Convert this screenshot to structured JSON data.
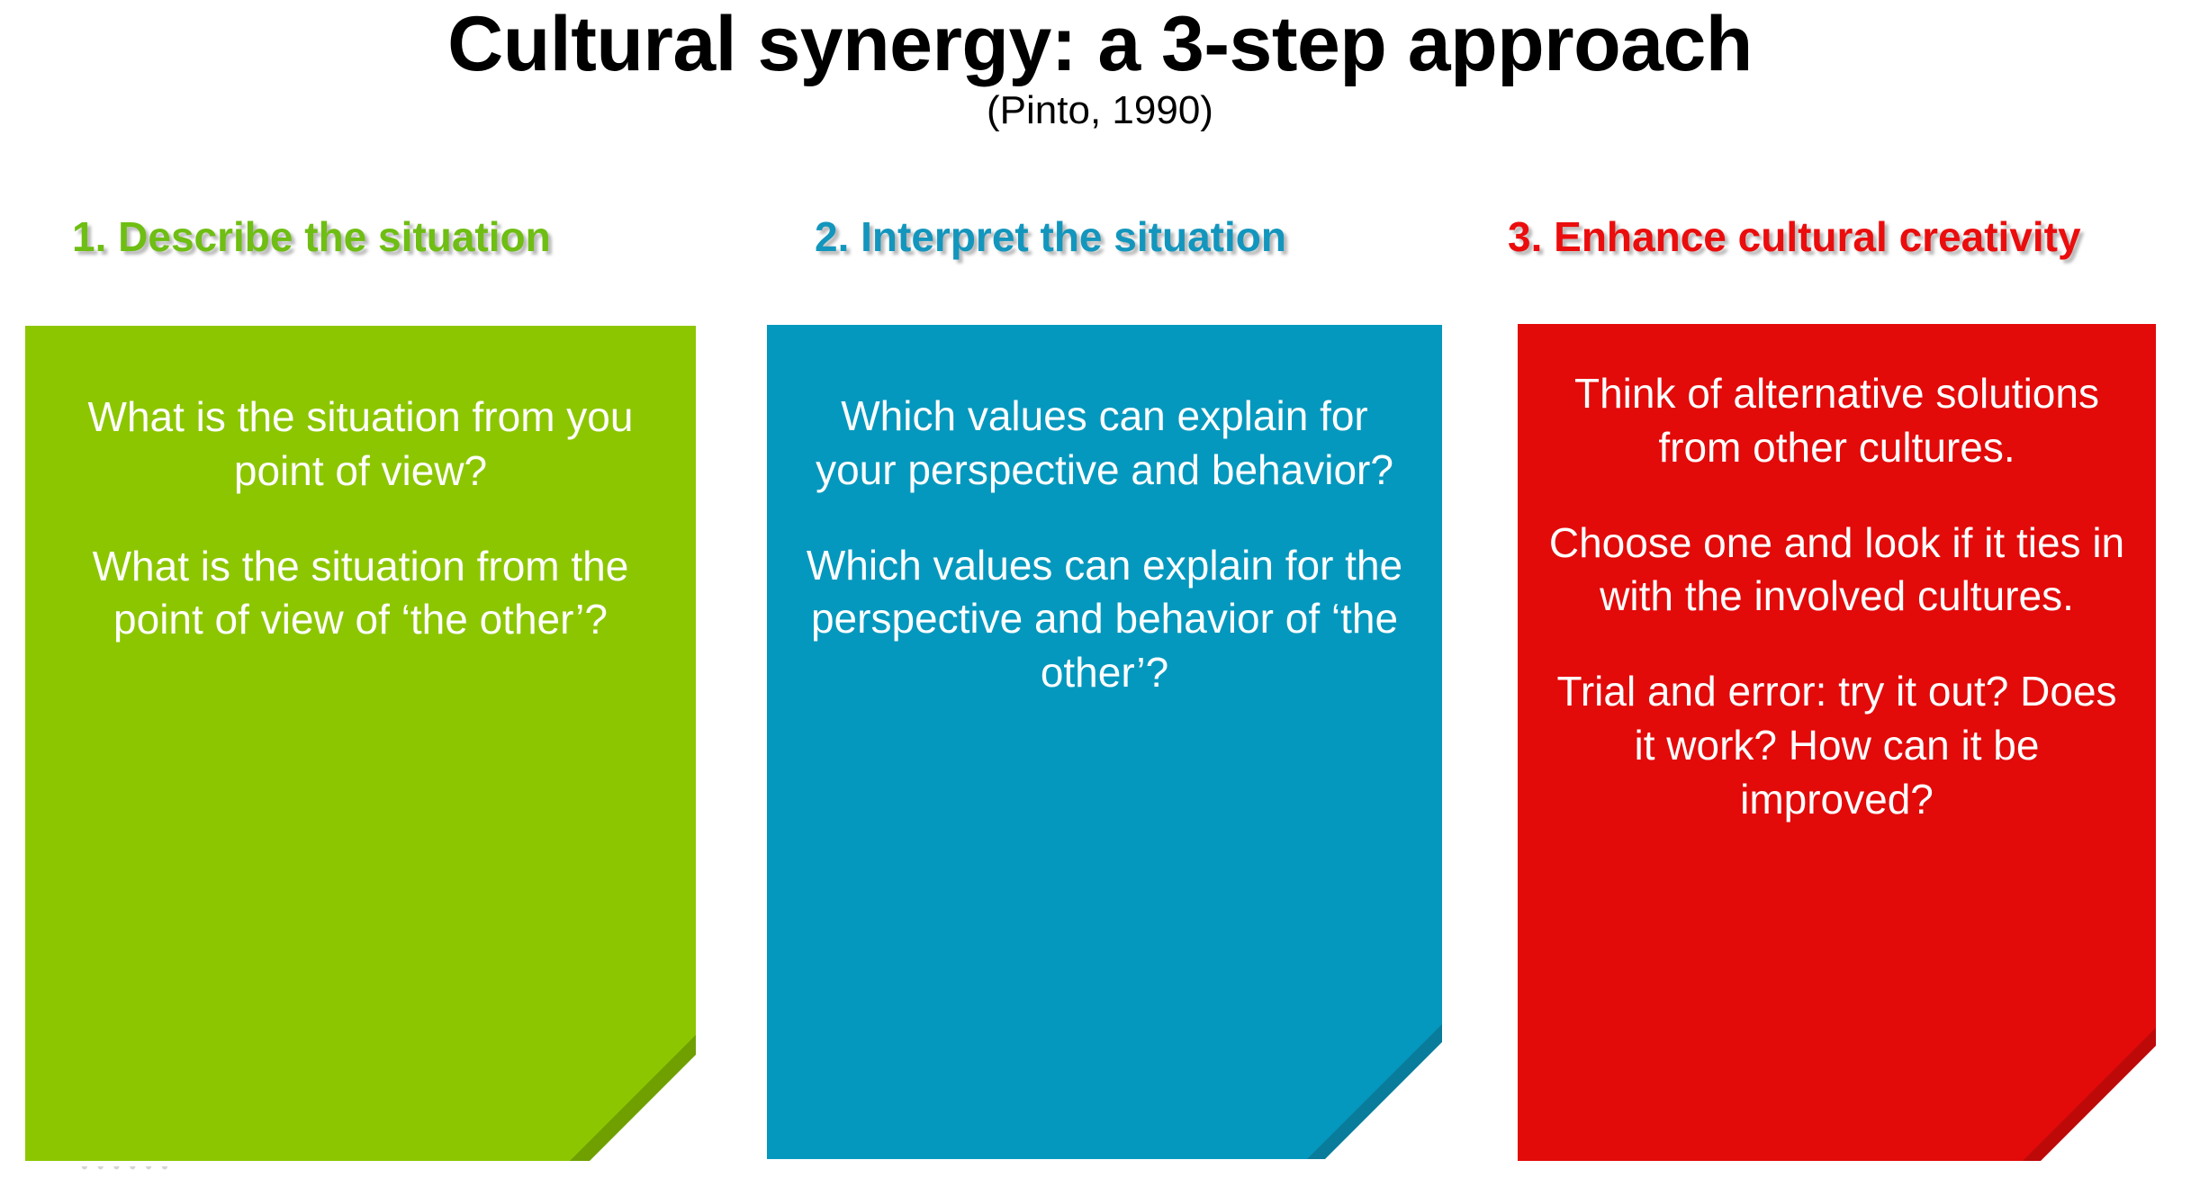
{
  "slide": {
    "title": "Cultural synergy: a 3-step approach",
    "subtitle": "(Pinto, 1990)",
    "background_color": "#FFFFFF"
  },
  "columns": [
    {
      "id": "describe",
      "number": "1",
      "heading": "1. Describe the situation",
      "heading_color": "#6FBE13",
      "card_color": "#8CC600",
      "fold_color": "#6FA000",
      "text_color": "#FFFFFF",
      "paragraphs": [
        "What is the situation from you point of view?",
        "What is the situation from the point of view of ‘the other’?"
      ]
    },
    {
      "id": "interpret",
      "number": "2",
      "heading": "2. Interpret the situation",
      "heading_color": "#1396BD",
      "card_color": "#0598BE",
      "fold_color": "#0A7C9B",
      "text_color": "#FFFFFF",
      "paragraphs": [
        "Which values can explain for your perspective and behavior?",
        "Which values can explain for the perspective and behavior of ‘the other’?"
      ]
    },
    {
      "id": "enhance",
      "number": "3",
      "heading": "3. Enhance cultural creativity",
      "heading_color": "#EB0D0D",
      "card_color": "#E30A0A",
      "fold_color": "#BE0909",
      "text_color": "#FFFFFF",
      "paragraphs": [
        "Think of alternative solutions from other cultures.",
        "Choose one and look if it ties in with the involved cultures.",
        "Trial and error: try it out? Does it work? How can it be improved?"
      ]
    }
  ],
  "footer_ghost_text": "• •      • •      • •"
}
